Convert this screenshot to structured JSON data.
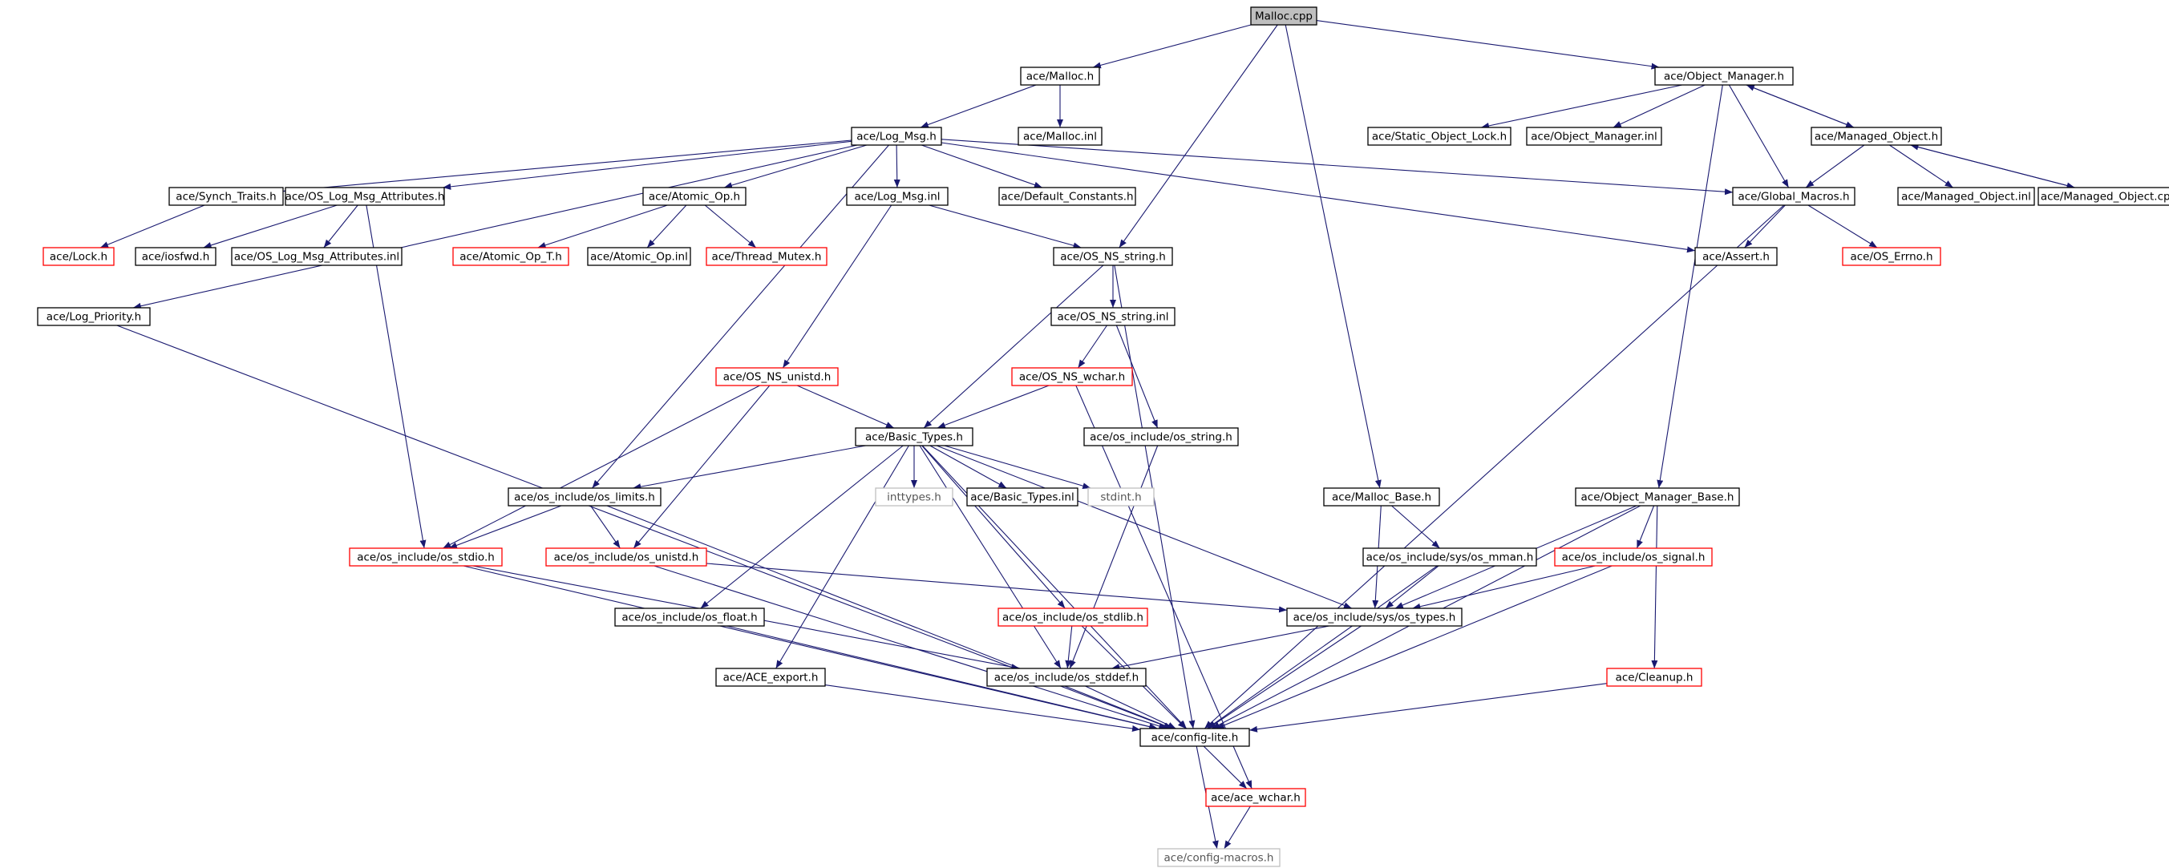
{
  "colors": {
    "background": "#ffffff",
    "edge": "#191970",
    "normal_border": "#000000",
    "normal_text": "#000000",
    "root_fill": "#bfbfbf",
    "truncated_border": "#ff0000",
    "external_border": "#bfbfbf",
    "external_text": "#555555"
  },
  "nodes": [
    {
      "id": "malloc_cpp",
      "label": "Malloc.cpp",
      "style": "root"
    },
    {
      "id": "malloc_h",
      "label": "ace/Malloc.h",
      "style": "normal"
    },
    {
      "id": "object_manager_h",
      "label": "ace/Object_Manager.h",
      "style": "normal"
    },
    {
      "id": "log_msg_h",
      "label": "ace/Log_Msg.h",
      "style": "normal"
    },
    {
      "id": "malloc_inl",
      "label": "ace/Malloc.inl",
      "style": "normal"
    },
    {
      "id": "static_object_lock_h",
      "label": "ace/Static_Object_Lock.h",
      "style": "normal"
    },
    {
      "id": "object_manager_inl",
      "label": "ace/Object_Manager.inl",
      "style": "normal"
    },
    {
      "id": "managed_object_h",
      "label": "ace/Managed_Object.h",
      "style": "normal"
    },
    {
      "id": "synch_traits_h",
      "label": "ace/Synch_Traits.h",
      "style": "normal"
    },
    {
      "id": "os_log_msg_attributes_h",
      "label": "ace/OS_Log_Msg_Attributes.h",
      "style": "normal"
    },
    {
      "id": "atomic_op_h",
      "label": "ace/Atomic_Op.h",
      "style": "normal"
    },
    {
      "id": "log_msg_inl",
      "label": "ace/Log_Msg.inl",
      "style": "normal"
    },
    {
      "id": "default_constants_h",
      "label": "ace/Default_Constants.h",
      "style": "normal"
    },
    {
      "id": "global_macros_h",
      "label": "ace/Global_Macros.h",
      "style": "normal"
    },
    {
      "id": "managed_object_inl",
      "label": "ace/Managed_Object.inl",
      "style": "normal"
    },
    {
      "id": "managed_object_cpp",
      "label": "ace/Managed_Object.cpp",
      "style": "normal"
    },
    {
      "id": "lock_h",
      "label": "ace/Lock.h",
      "style": "truncated"
    },
    {
      "id": "iosfwd_h",
      "label": "ace/iosfwd.h",
      "style": "normal"
    },
    {
      "id": "os_log_msg_attributes_inl",
      "label": "ace/OS_Log_Msg_Attributes.inl",
      "style": "normal"
    },
    {
      "id": "atomic_op_t_h",
      "label": "ace/Atomic_Op_T.h",
      "style": "truncated"
    },
    {
      "id": "atomic_op_inl",
      "label": "ace/Atomic_Op.inl",
      "style": "normal"
    },
    {
      "id": "thread_mutex_h",
      "label": "ace/Thread_Mutex.h",
      "style": "truncated"
    },
    {
      "id": "os_ns_string_h",
      "label": "ace/OS_NS_string.h",
      "style": "normal"
    },
    {
      "id": "assert_h",
      "label": "ace/Assert.h",
      "style": "normal"
    },
    {
      "id": "os_errno_h",
      "label": "ace/OS_Errno.h",
      "style": "truncated"
    },
    {
      "id": "log_priority_h",
      "label": "ace/Log_Priority.h",
      "style": "normal"
    },
    {
      "id": "os_ns_string_inl",
      "label": "ace/OS_NS_string.inl",
      "style": "normal"
    },
    {
      "id": "os_ns_unistd_h",
      "label": "ace/OS_NS_unistd.h",
      "style": "truncated"
    },
    {
      "id": "os_ns_wchar_h",
      "label": "ace/OS_NS_wchar.h",
      "style": "truncated"
    },
    {
      "id": "basic_types_h",
      "label": "ace/Basic_Types.h",
      "style": "normal"
    },
    {
      "id": "os_include_os_string_h",
      "label": "ace/os_include/os_string.h",
      "style": "normal"
    },
    {
      "id": "os_include_os_limits_h",
      "label": "ace/os_include/os_limits.h",
      "style": "normal"
    },
    {
      "id": "inttypes_h",
      "label": "inttypes.h",
      "style": "external"
    },
    {
      "id": "basic_types_inl",
      "label": "ace/Basic_Types.inl",
      "style": "normal"
    },
    {
      "id": "stdint_h",
      "label": "stdint.h",
      "style": "external"
    },
    {
      "id": "malloc_base_h",
      "label": "ace/Malloc_Base.h",
      "style": "normal"
    },
    {
      "id": "object_manager_base_h",
      "label": "ace/Object_Manager_Base.h",
      "style": "normal"
    },
    {
      "id": "os_include_os_stdio_h",
      "label": "ace/os_include/os_stdio.h",
      "style": "truncated"
    },
    {
      "id": "os_include_os_unistd_h",
      "label": "ace/os_include/os_unistd.h",
      "style": "truncated"
    },
    {
      "id": "os_include_sys_os_mman_h",
      "label": "ace/os_include/sys/os_mman.h",
      "style": "normal"
    },
    {
      "id": "os_include_os_signal_h",
      "label": "ace/os_include/os_signal.h",
      "style": "truncated"
    },
    {
      "id": "os_include_os_float_h",
      "label": "ace/os_include/os_float.h",
      "style": "normal"
    },
    {
      "id": "os_include_os_stdlib_h",
      "label": "ace/os_include/os_stdlib.h",
      "style": "truncated"
    },
    {
      "id": "os_include_sys_os_types_h",
      "label": "ace/os_include/sys/os_types.h",
      "style": "normal"
    },
    {
      "id": "ace_export_h",
      "label": "ace/ACE_export.h",
      "style": "normal"
    },
    {
      "id": "os_include_os_stddef_h",
      "label": "ace/os_include/os_stddef.h",
      "style": "normal"
    },
    {
      "id": "cleanup_h",
      "label": "ace/Cleanup.h",
      "style": "truncated"
    },
    {
      "id": "config_lite_h",
      "label": "ace/config-lite.h",
      "style": "normal"
    },
    {
      "id": "ace_wchar_h",
      "label": "ace/ace_wchar.h",
      "style": "truncated"
    },
    {
      "id": "config_macros_h",
      "label": "ace/config-macros.h",
      "style": "external"
    }
  ],
  "edges": [
    [
      "malloc_cpp",
      "malloc_h"
    ],
    [
      "malloc_cpp",
      "object_manager_h"
    ],
    [
      "malloc_cpp",
      "os_ns_string_h"
    ],
    [
      "malloc_cpp",
      "malloc_base_h"
    ],
    [
      "malloc_h",
      "log_msg_h"
    ],
    [
      "malloc_h",
      "malloc_inl"
    ],
    [
      "object_manager_h",
      "static_object_lock_h"
    ],
    [
      "object_manager_h",
      "object_manager_inl"
    ],
    [
      "object_manager_h",
      "managed_object_h"
    ],
    [
      "object_manager_h",
      "global_macros_h"
    ],
    [
      "object_manager_h",
      "object_manager_base_h"
    ],
    [
      "managed_object_h",
      "object_manager_h"
    ],
    [
      "managed_object_h",
      "global_macros_h"
    ],
    [
      "managed_object_h",
      "managed_object_inl"
    ],
    [
      "managed_object_h",
      "managed_object_cpp"
    ],
    [
      "managed_object_cpp",
      "managed_object_h"
    ],
    [
      "log_msg_h",
      "synch_traits_h"
    ],
    [
      "log_msg_h",
      "os_log_msg_attributes_h"
    ],
    [
      "log_msg_h",
      "atomic_op_h"
    ],
    [
      "log_msg_h",
      "log_msg_inl"
    ],
    [
      "log_msg_h",
      "default_constants_h"
    ],
    [
      "log_msg_h",
      "global_macros_h"
    ],
    [
      "log_msg_h",
      "assert_h"
    ],
    [
      "log_msg_h",
      "log_priority_h"
    ],
    [
      "log_msg_h",
      "os_include_os_limits_h"
    ],
    [
      "synch_traits_h",
      "lock_h"
    ],
    [
      "os_log_msg_attributes_h",
      "iosfwd_h"
    ],
    [
      "os_log_msg_attributes_h",
      "os_log_msg_attributes_inl"
    ],
    [
      "os_log_msg_attributes_h",
      "os_include_os_stdio_h"
    ],
    [
      "atomic_op_h",
      "atomic_op_t_h"
    ],
    [
      "atomic_op_h",
      "atomic_op_inl"
    ],
    [
      "atomic_op_h",
      "thread_mutex_h"
    ],
    [
      "log_msg_inl",
      "os_ns_string_h"
    ],
    [
      "log_msg_inl",
      "os_ns_unistd_h"
    ],
    [
      "global_macros_h",
      "assert_h"
    ],
    [
      "global_macros_h",
      "os_errno_h"
    ],
    [
      "global_macros_h",
      "config_lite_h"
    ],
    [
      "os_ns_string_h",
      "os_ns_string_inl"
    ],
    [
      "os_ns_string_h",
      "basic_types_h"
    ],
    [
      "os_ns_string_h",
      "config_lite_h"
    ],
    [
      "os_ns_string_inl",
      "os_ns_wchar_h"
    ],
    [
      "os_ns_string_inl",
      "os_include_os_string_h"
    ],
    [
      "os_ns_wchar_h",
      "basic_types_h"
    ],
    [
      "os_ns_wchar_h",
      "ace_wchar_h"
    ],
    [
      "os_ns_unistd_h",
      "basic_types_h"
    ],
    [
      "os_ns_unistd_h",
      "os_include_os_stdio_h"
    ],
    [
      "os_ns_unistd_h",
      "os_include_os_unistd_h"
    ],
    [
      "log_priority_h",
      "config_lite_h"
    ],
    [
      "basic_types_h",
      "os_include_os_limits_h"
    ],
    [
      "basic_types_h",
      "inttypes_h"
    ],
    [
      "basic_types_h",
      "basic_types_inl"
    ],
    [
      "basic_types_h",
      "stdint_h"
    ],
    [
      "basic_types_h",
      "os_include_sys_os_types_h"
    ],
    [
      "basic_types_h",
      "os_include_os_float_h"
    ],
    [
      "basic_types_h",
      "os_include_os_stdlib_h"
    ],
    [
      "basic_types_h",
      "ace_export_h"
    ],
    [
      "basic_types_h",
      "os_include_os_stddef_h"
    ],
    [
      "basic_types_h",
      "config_lite_h"
    ],
    [
      "os_include_os_string_h",
      "os_include_os_stddef_h"
    ],
    [
      "os_include_os_limits_h",
      "os_include_os_stdio_h"
    ],
    [
      "os_include_os_limits_h",
      "os_include_os_unistd_h"
    ],
    [
      "os_include_os_limits_h",
      "config_lite_h"
    ],
    [
      "os_include_os_stdio_h",
      "os_include_os_stddef_h"
    ],
    [
      "os_include_os_stdio_h",
      "config_lite_h"
    ],
    [
      "os_include_os_unistd_h",
      "os_include_sys_os_types_h"
    ],
    [
      "os_include_os_unistd_h",
      "config_lite_h"
    ],
    [
      "os_include_os_float_h",
      "config_lite_h"
    ],
    [
      "os_include_os_stdlib_h",
      "os_include_os_stddef_h"
    ],
    [
      "os_include_os_stdlib_h",
      "config_lite_h"
    ],
    [
      "malloc_base_h",
      "os_include_sys_os_mman_h"
    ],
    [
      "malloc_base_h",
      "os_include_sys_os_types_h"
    ],
    [
      "os_include_sys_os_mman_h",
      "os_include_sys_os_types_h"
    ],
    [
      "os_include_sys_os_mman_h",
      "config_lite_h"
    ],
    [
      "object_manager_base_h",
      "os_include_os_signal_h"
    ],
    [
      "object_manager_base_h",
      "os_include_sys_os_types_h"
    ],
    [
      "object_manager_base_h",
      "cleanup_h"
    ],
    [
      "object_manager_base_h",
      "config_lite_h"
    ],
    [
      "os_include_os_signal_h",
      "os_include_sys_os_types_h"
    ],
    [
      "os_include_os_signal_h",
      "config_lite_h"
    ],
    [
      "os_include_sys_os_types_h",
      "os_include_os_stddef_h"
    ],
    [
      "os_include_sys_os_types_h",
      "config_lite_h"
    ],
    [
      "ace_export_h",
      "config_lite_h"
    ],
    [
      "os_include_os_stddef_h",
      "config_lite_h"
    ],
    [
      "cleanup_h",
      "config_lite_h"
    ],
    [
      "config_lite_h",
      "ace_wchar_h"
    ],
    [
      "config_lite_h",
      "config_macros_h"
    ],
    [
      "ace_wchar_h",
      "config_macros_h"
    ]
  ]
}
